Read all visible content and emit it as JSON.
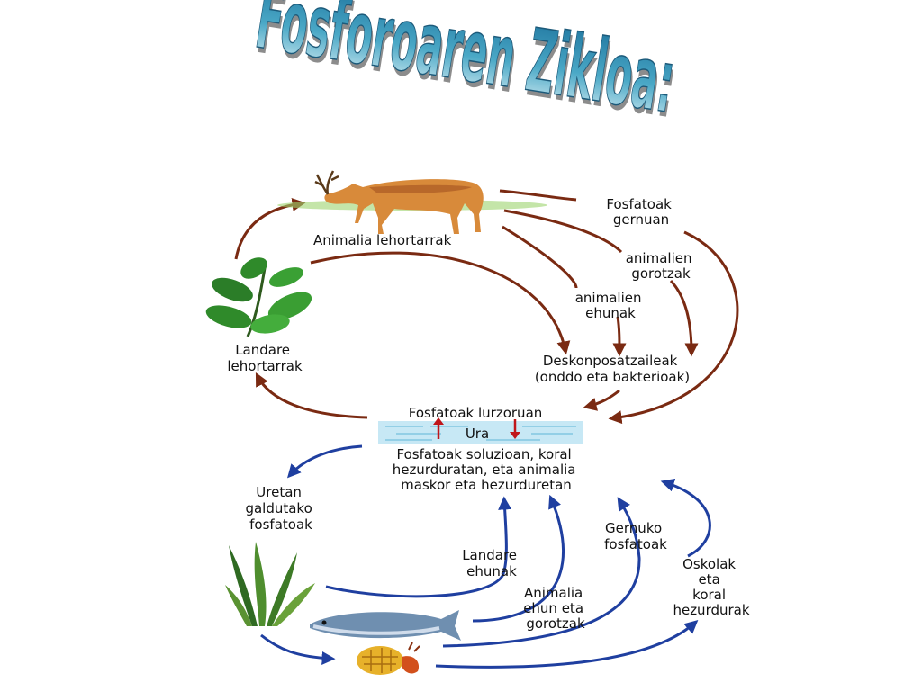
{
  "title": "Fosforoaren Zikloa:",
  "colors": {
    "title_gradient_top": "#1f7fa8",
    "title_gradient_bottom": "#d6eef4",
    "land_arrow": "#7a2a12",
    "water_arrow": "#1f3fa0",
    "water_band": "#c7e8f5",
    "red_arrow": "#c0161a"
  },
  "labels": {
    "land_animals": "Animalia lehortarrak",
    "urine_phosphates": [
      "Fosfatoak",
      "gernuan"
    ],
    "animal_feces": [
      "animalien",
      "gorotzak"
    ],
    "animal_tissues": [
      "animalien",
      "ehunak"
    ],
    "land_plants": [
      "Landare",
      "lehortarrak"
    ],
    "decomposers": [
      "Deskonposatzaileak",
      "(onddo eta bakterioak)"
    ],
    "soil_phosphates": "Fosfatoak lurzoruan",
    "water": "Ura",
    "dissolved": [
      "Fosfatoak soluzioan, koral",
      "hezurduratan, eta animalia",
      "maskor eta hezurduretan"
    ],
    "lost_phosphates": [
      "Uretan",
      "galdutako",
      "fosfatoak"
    ],
    "plant_tissues": [
      "Landare",
      "ehunak"
    ],
    "animal_tissue_feces": [
      "Animalia",
      "ehun eta",
      "gorotzak"
    ],
    "urine_phosphates_water": [
      "Gernuko",
      "fosfatoak"
    ],
    "shells": [
      "Oskolak",
      "eta",
      "koral",
      "hezurdurak"
    ]
  },
  "icons": [
    "deer-icon",
    "land-plant-icon",
    "seaweed-icon",
    "fish-icon",
    "shell-icon"
  ]
}
